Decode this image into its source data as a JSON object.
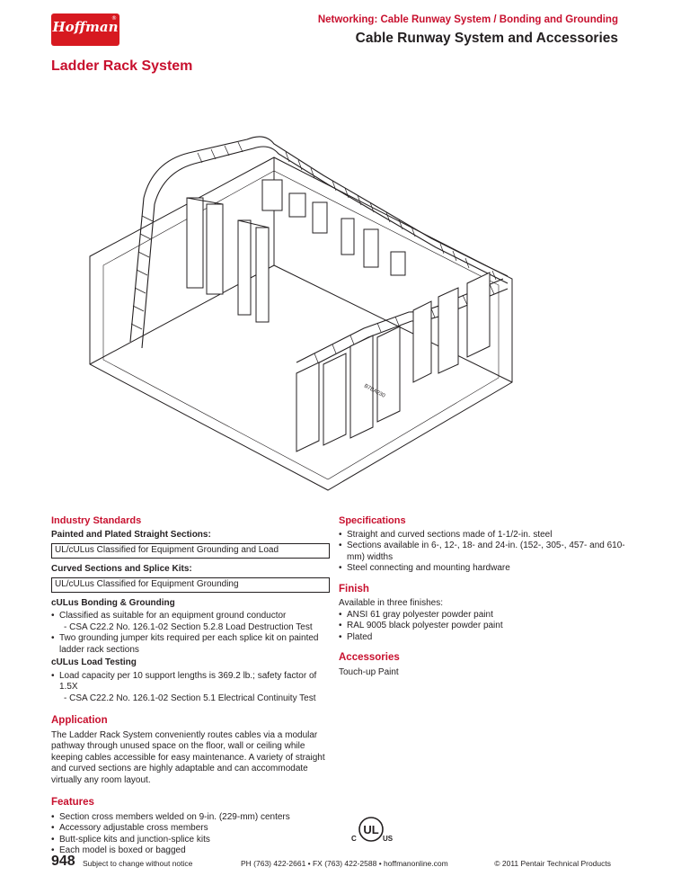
{
  "header": {
    "logo_text": "Hoffman",
    "logo_reg": "®",
    "breadcrumb": "Networking: Cable Runway System / Bonding and Grounding",
    "title": "Cable Runway System and Accessories"
  },
  "section_title": "Ladder Rack System",
  "illustration": {
    "part_number": "B7BA230"
  },
  "left": {
    "industry_standards": {
      "heading": "Industry Standards",
      "painted_heading": "Painted and Plated Straight Sections:",
      "painted_box": "UL/cULus Classified for Equipment Grounding and Load",
      "curved_heading": "Curved Sections and Splice Kits:",
      "curved_box": "UL/cULus Classified for Equipment Grounding",
      "bonding_heading": "cULus Bonding & Grounding",
      "bonding_items": [
        "Classified as suitable for an equipment ground conductor",
        "Two grounding jumper kits required per each splice kit on painted ladder rack sections"
      ],
      "bonding_sub": "- CSA C22.2 No. 126.1-02 Section 5.2.8 Load Destruction Test",
      "load_heading": "cULus Load Testing",
      "load_item": "Load capacity per 10 support lengths is 369.2 lb.; safety factor of 1.5X",
      "load_sub": "- CSA C22.2 No. 126.1-02 Section 5.1 Electrical Continuity Test"
    },
    "application": {
      "heading": "Application",
      "text": "The Ladder Rack System conveniently routes cables via a modular pathway through unused space on the floor, wall or ceiling while keeping cables accessible for easy maintenance. A variety of straight and curved sections are highly adaptable and can accommodate virtually any room layout."
    },
    "features": {
      "heading": "Features",
      "items": [
        "Section cross members welded on 9-in. (229-mm) centers",
        "Accessory adjustable cross members",
        "Butt-splice kits and junction-splice kits",
        "Each model is boxed or bagged"
      ]
    }
  },
  "right": {
    "specifications": {
      "heading": "Specifications",
      "items": [
        "Straight and curved sections made of 1-1/2-in. steel",
        "Sections available in 6-, 12-, 18- and 24-in. (152-, 305-, 457- and 610-mm) widths",
        "Steel connecting and mounting hardware"
      ]
    },
    "finish": {
      "heading": "Finish",
      "intro": "Available in three finishes:",
      "items": [
        "ANSI 61 gray polyester powder paint",
        "RAL 9005 black polyester powder paint",
        "Plated"
      ]
    },
    "accessories": {
      "heading": "Accessories",
      "text": "Touch-up Paint"
    }
  },
  "ul_mark": {
    "left": "C",
    "center": "UL",
    "right": "US"
  },
  "footer": {
    "page_number": "948",
    "notice": "Subject to change without notice",
    "contact": "PH (763) 422-2661 • FX (763) 422-2588 • hoffmanonline.com",
    "copyright": "© 2011 Pentair Technical Products"
  },
  "colors": {
    "brand_red": "#d71920",
    "heading_red": "#c8102e",
    "text": "#231f20"
  }
}
